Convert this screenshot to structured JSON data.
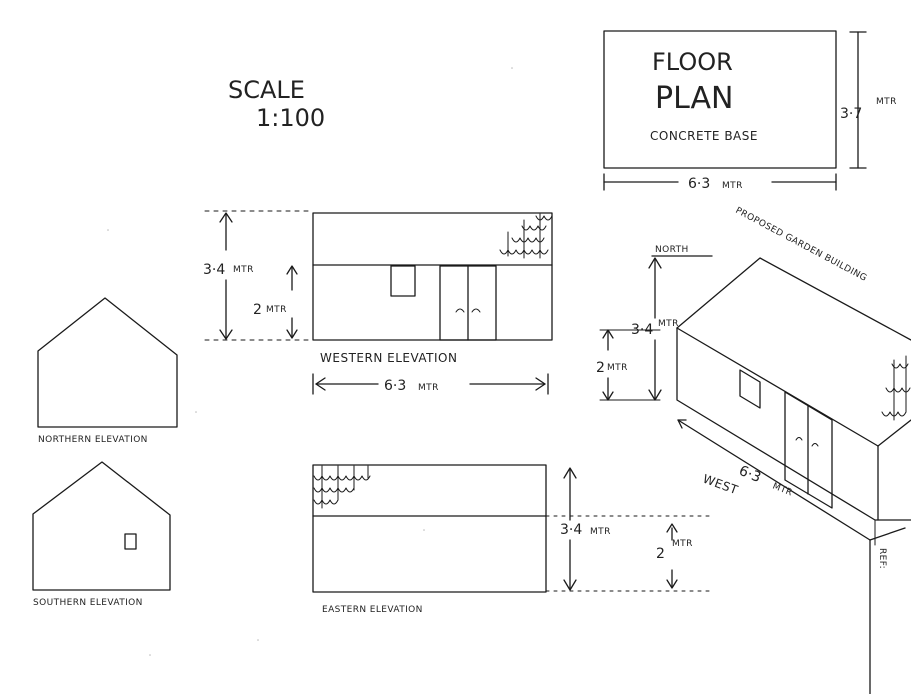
{
  "scale": {
    "title": "SCALE",
    "ratio": "1:100"
  },
  "floor_plan": {
    "title_line1": "FLOOR",
    "title_line2": "PLAN",
    "subtitle": "CONCRETE BASE",
    "width_label": "6·3",
    "width_unit": "MTR",
    "depth_label": "3·7",
    "depth_unit": "MTR"
  },
  "western_elevation": {
    "caption": "WESTERN ELEVATION",
    "height_label": "3·4",
    "height_unit": "MTR",
    "wall_label": "2",
    "wall_unit": "MTR",
    "length_label": "6·3",
    "length_unit": "MTR"
  },
  "eastern_elevation": {
    "caption": "EASTERN ELEVATION",
    "height_label": "3·4",
    "height_unit": "MTR",
    "wall_label": "2",
    "wall_unit": "MTR"
  },
  "northern_elevation": {
    "caption": "NORTHERN ELEVATION"
  },
  "southern_elevation": {
    "caption": "SOUTHERN ELEVATION"
  },
  "perspective": {
    "title": "PROPOSED GARDEN BUILDING",
    "north_label": "NORTH",
    "west_label": "WEST",
    "height_label": "3·4",
    "height_unit": "MTR",
    "wall_label": "2",
    "wall_unit": "MTR",
    "length_label": "6·3",
    "length_unit": "MTR",
    "ref_label": "REF:"
  }
}
